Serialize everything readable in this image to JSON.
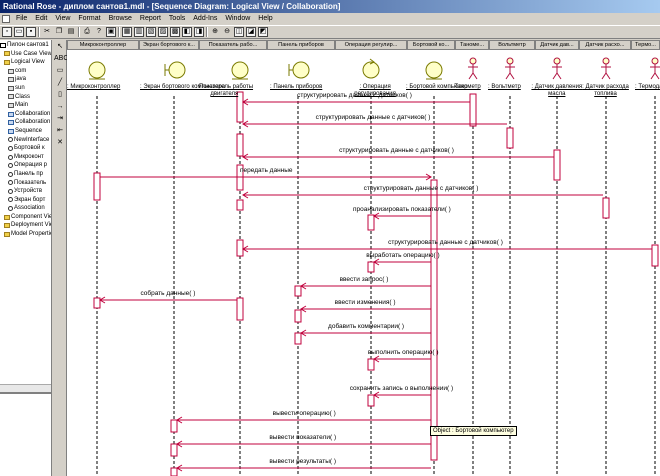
{
  "window": {
    "title": "Rational Rose - диплом сантов1.mdl - [Sequence Diagram: Logical View / Collaboration]"
  },
  "menu": [
    "File",
    "Edit",
    "View",
    "Format",
    "Browse",
    "Report",
    "Tools",
    "Add-Ins",
    "Window",
    "Help"
  ],
  "browser": {
    "items": [
      {
        "label": "Пилон сантов1",
        "icon": "model-icon",
        "depth": 0
      },
      {
        "label": "Use Case View",
        "icon": "folder-icon",
        "depth": 1
      },
      {
        "label": "Logical View",
        "icon": "folder-icon",
        "depth": 1
      },
      {
        "label": "com",
        "icon": "package-icon",
        "depth": 2
      },
      {
        "label": "java",
        "icon": "package-icon",
        "depth": 2
      },
      {
        "label": "sun",
        "icon": "package-icon",
        "depth": 2
      },
      {
        "label": "Class",
        "icon": "package-icon",
        "depth": 2
      },
      {
        "label": "Main",
        "icon": "package-icon",
        "depth": 2
      },
      {
        "label": "Collaboration",
        "icon": "diagram-icon",
        "depth": 2
      },
      {
        "label": "Collaboration",
        "icon": "diagram-icon",
        "depth": 2
      },
      {
        "label": "Sequence",
        "icon": "diagram-icon",
        "depth": 2
      },
      {
        "label": "NewInterface",
        "icon": "circle-icon",
        "depth": 2
      },
      {
        "label": "Бортовой к",
        "icon": "circle-icon",
        "depth": 2
      },
      {
        "label": "Микроконт",
        "icon": "circle-icon",
        "depth": 2
      },
      {
        "label": "Операция р",
        "icon": "circle-icon",
        "depth": 2
      },
      {
        "label": "Панель пр",
        "icon": "circle-icon",
        "depth": 2
      },
      {
        "label": "Показатель",
        "icon": "circle-icon",
        "depth": 2
      },
      {
        "label": "Устройств",
        "icon": "circle-icon",
        "depth": 2
      },
      {
        "label": "Экран борт",
        "icon": "circle-icon",
        "depth": 2
      },
      {
        "label": "Association",
        "icon": "circle-icon",
        "depth": 2
      },
      {
        "label": "Component View",
        "icon": "folder-icon",
        "depth": 1
      },
      {
        "label": "Deployment View",
        "icon": "folder-icon",
        "depth": 1
      },
      {
        "label": "Model Properties",
        "icon": "folder-icon",
        "depth": 1
      }
    ]
  },
  "palette": [
    "↖",
    "ABC",
    "▭",
    "╱",
    "▯",
    "→",
    "⇥",
    "⇤",
    "✕"
  ],
  "headers": [
    {
      "label": "Микроконтроллер"
    },
    {
      "label": "Экран бортового к..."
    },
    {
      "label": "Показатель рабо..."
    },
    {
      "label": "Панель приборов"
    },
    {
      "label": "Операция регулир..."
    },
    {
      "label": "Бортовой ко..."
    },
    {
      "label": "Таноме..."
    },
    {
      "label": "Вольтметр"
    },
    {
      "label": "Датчик дав..."
    },
    {
      "label": "Датчик расхо..."
    },
    {
      "label": "Термо..."
    }
  ],
  "objects": [
    {
      "kind": "entity",
      "name": ": Микроконтроллер"
    },
    {
      "kind": "boundary",
      "name": ": Экран бортового компьютера"
    },
    {
      "kind": "entity",
      "name": ": Показатель работы двигателя"
    },
    {
      "kind": "boundary",
      "name": ": Панель приборов"
    },
    {
      "kind": "control",
      "name": ": Операция регулирования"
    },
    {
      "kind": "entity",
      "name": ": Бортовой компьютер"
    },
    {
      "kind": "actor",
      "name": ": Тахометр"
    },
    {
      "kind": "actor",
      "name": ": Вольтметр"
    },
    {
      "kind": "actor",
      "name": ": Датчик давления масла"
    },
    {
      "kind": "actor",
      "name": ": Датчик расхода топлива"
    },
    {
      "kind": "actor",
      "name": ": Термодатчик"
    }
  ],
  "messages": [
    {
      "label": "структурировать данные с датчиков( )"
    },
    {
      "label": "структурировать данные с датчиков( )"
    },
    {
      "label": "структурировать данные с датчиков( )"
    },
    {
      "label": "передать данные"
    },
    {
      "label": "структурировать данные с датчиков( )"
    },
    {
      "label": "проанализировать показатели( )"
    },
    {
      "label": "структурировать данные с датчиков( )"
    },
    {
      "label": "выработать операцию( )"
    },
    {
      "label": "ввести запрос( )"
    },
    {
      "label": "собрать данные( )"
    },
    {
      "label": "ввести изменения( )"
    },
    {
      "label": "добавить комментарии( )"
    },
    {
      "label": "выполнить операцию( )"
    },
    {
      "label": "сохранить запись о выполнении( )"
    },
    {
      "label": "вывести операцию( )"
    },
    {
      "label": "вывести показатели( )"
    },
    {
      "label": "вывести результаты( )"
    }
  ],
  "tooltip": "Object : Бортовой компьютер",
  "colors": {
    "message_line": "#c0003c",
    "lifeline": "#000000",
    "activation_fill": "#ffffff",
    "activation_border": "#c0003c",
    "object_fill": "#ffffc8",
    "object_border": "#7a7a00",
    "titlebar_start": "#0a246a",
    "titlebar_end": "#a6caf0"
  }
}
